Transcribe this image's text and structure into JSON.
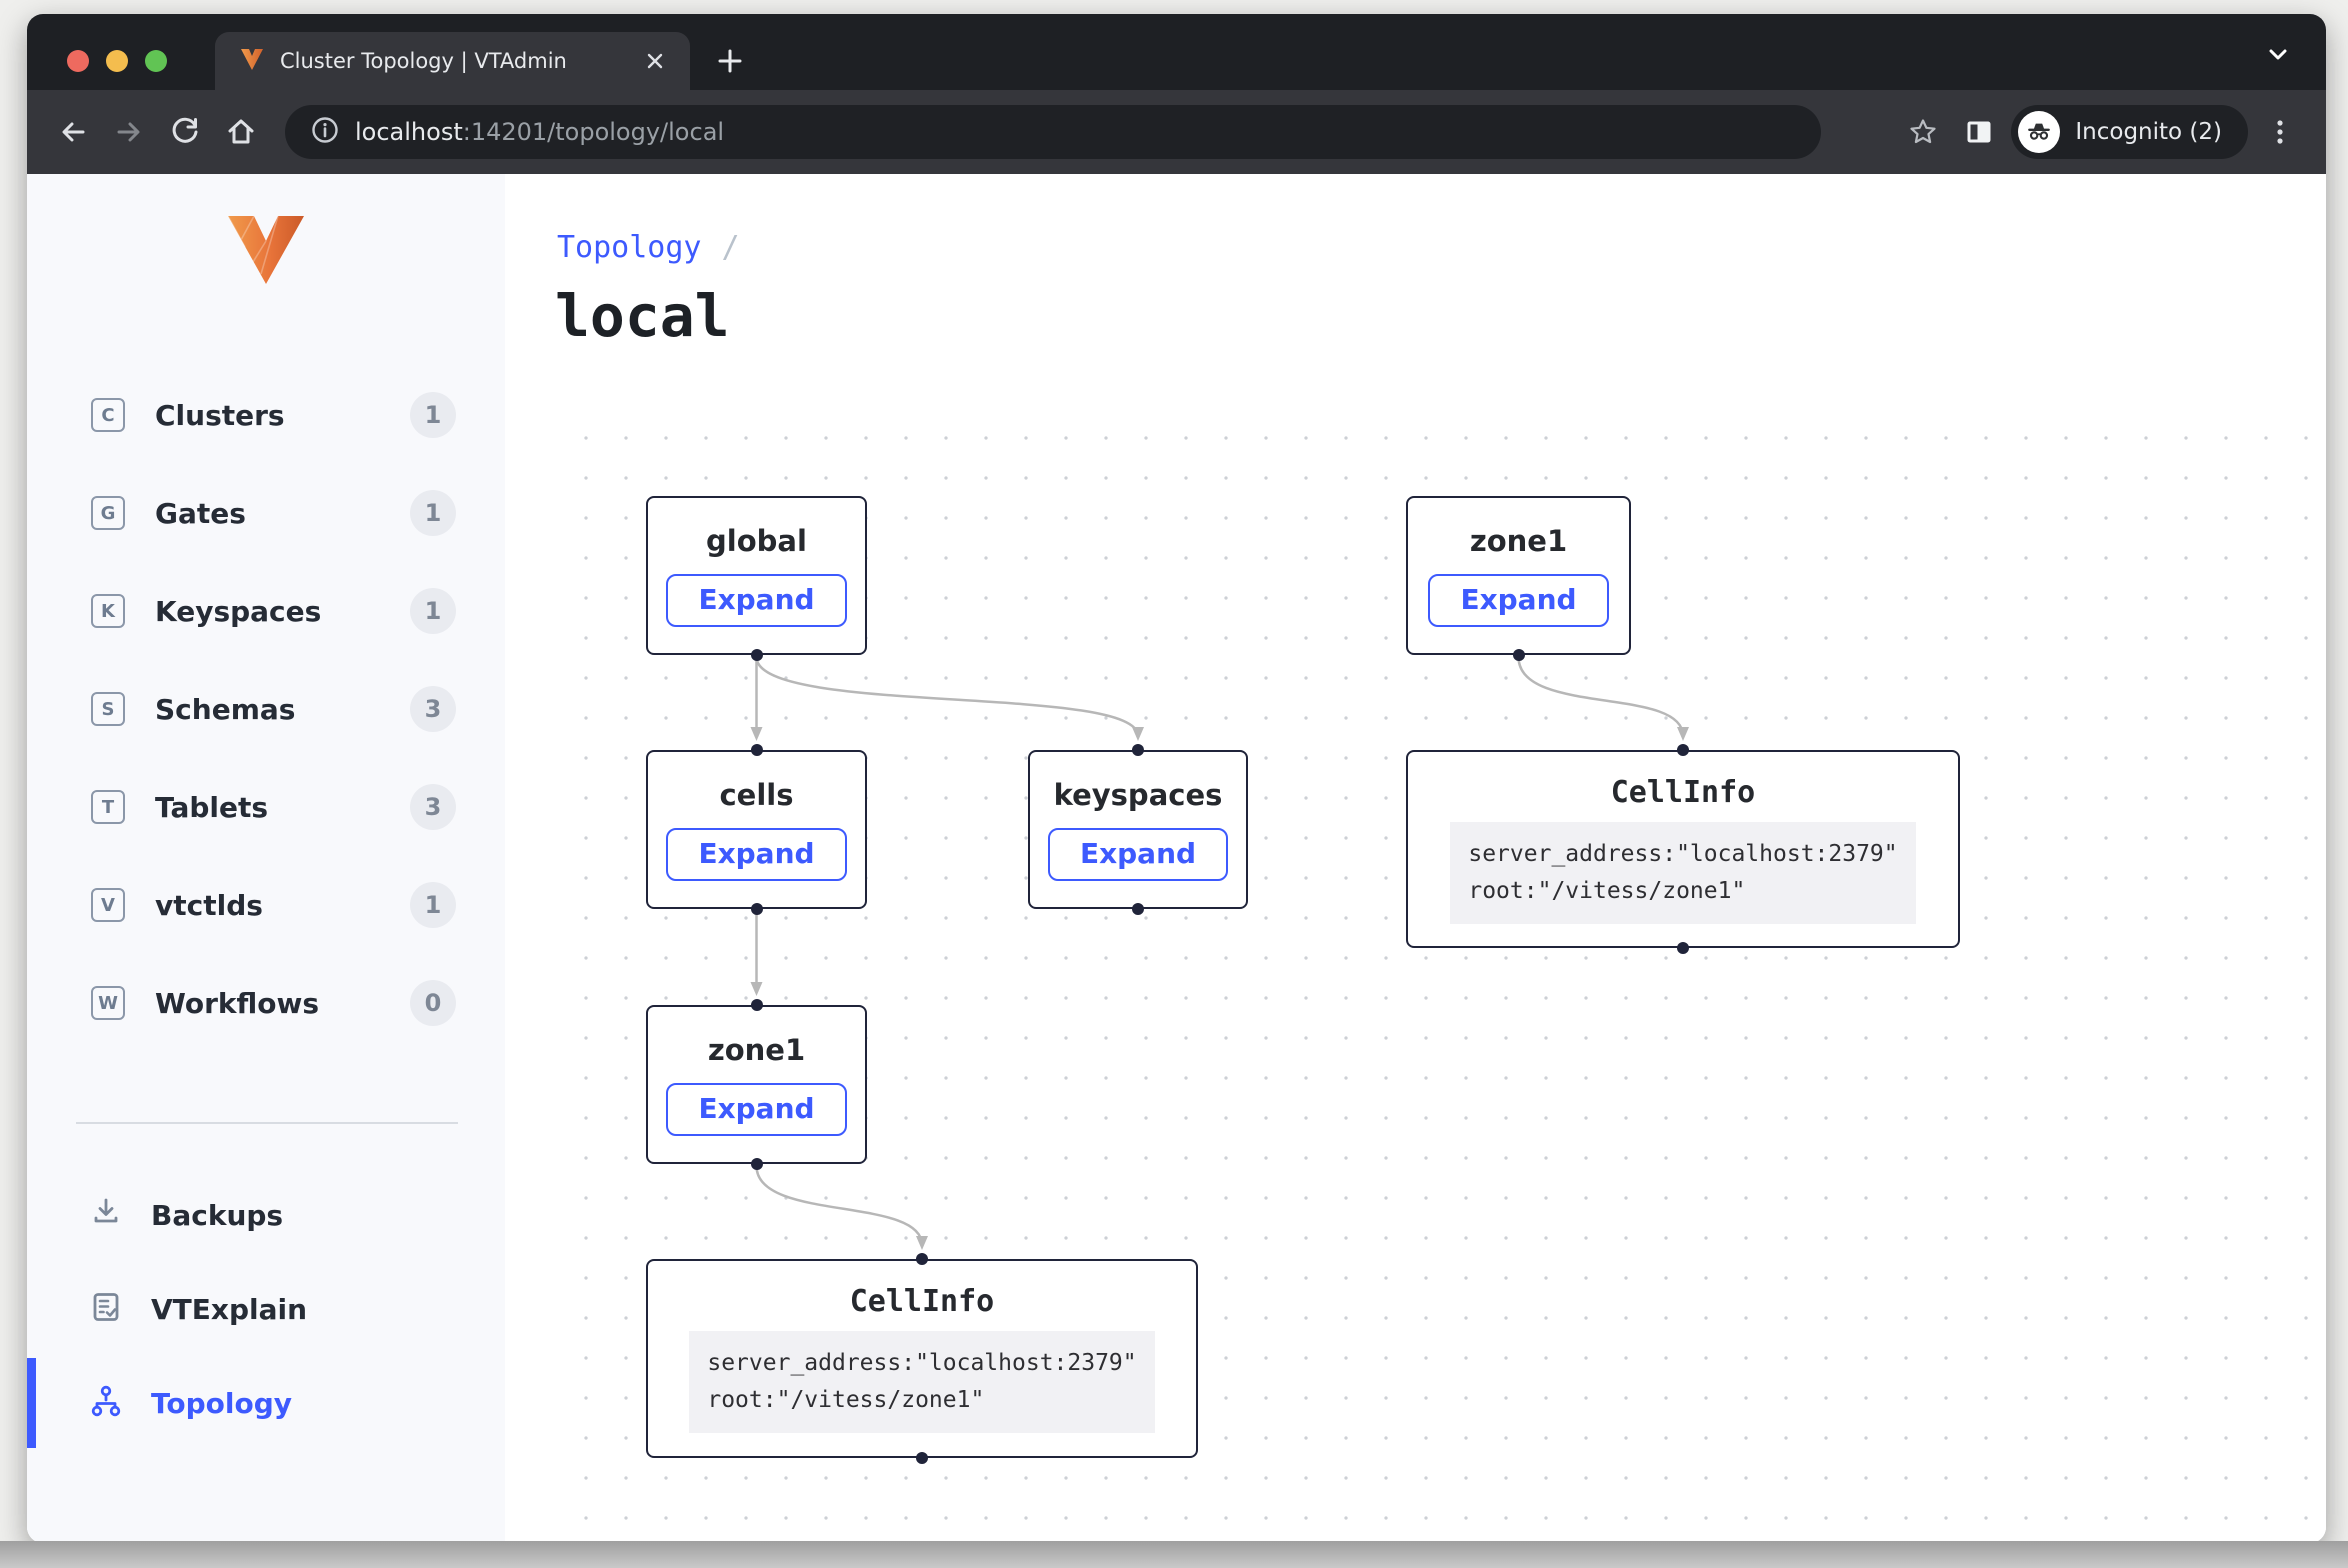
{
  "browser": {
    "tab_title": "Cluster Topology | VTAdmin",
    "url_host": "localhost",
    "url_path": ":14201/topology/local",
    "incognito_label": "Incognito (2)"
  },
  "sidebar": {
    "nav": [
      {
        "icon_letter": "C",
        "label": "Clusters",
        "count": "1"
      },
      {
        "icon_letter": "G",
        "label": "Gates",
        "count": "1"
      },
      {
        "icon_letter": "K",
        "label": "Keyspaces",
        "count": "1"
      },
      {
        "icon_letter": "S",
        "label": "Schemas",
        "count": "3"
      },
      {
        "icon_letter": "T",
        "label": "Tablets",
        "count": "3"
      },
      {
        "icon_letter": "V",
        "label": "vtctlds",
        "count": "1"
      },
      {
        "icon_letter": "W",
        "label": "Workflows",
        "count": "0"
      }
    ],
    "tools": [
      {
        "label": "Backups"
      },
      {
        "label": "VTExplain"
      },
      {
        "label": "Topology"
      }
    ],
    "active_tool": "Topology"
  },
  "main": {
    "breadcrumb": {
      "label": "Topology",
      "separator": "/"
    },
    "title": "local"
  },
  "diagram": {
    "nodes": [
      {
        "id": "global",
        "label": "global",
        "button": "Expand"
      },
      {
        "id": "zone1-top",
        "label": "zone1",
        "button": "Expand"
      },
      {
        "id": "cells",
        "label": "cells",
        "button": "Expand"
      },
      {
        "id": "keyspaces",
        "label": "keyspaces",
        "button": "Expand"
      },
      {
        "id": "cellinfo-zone1",
        "label": "CellInfo",
        "code_lines": [
          "server_address:\"localhost:2379\"",
          "root:\"/vitess/zone1\""
        ]
      },
      {
        "id": "zone1-bottom",
        "label": "zone1",
        "button": "Expand"
      },
      {
        "id": "cellinfo-zone1b",
        "label": "CellInfo",
        "code_lines": [
          "server_address:\"localhost:2379\"",
          "root:\"/vitess/zone1\""
        ]
      }
    ]
  },
  "colors": {
    "accent_blue": "#3d5afe",
    "node_border": "#20243a",
    "edge_gray": "#b7b7b7",
    "vitess_orange": "#e87e2e",
    "sidebar_bg": "#f8f9fc"
  }
}
